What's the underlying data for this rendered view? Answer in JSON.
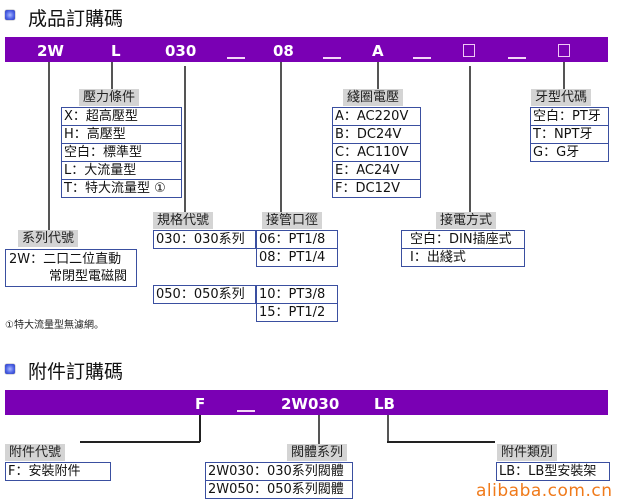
{
  "section1": {
    "title": "成品訂購碼",
    "code_segments": [
      "2W",
      "L",
      "030",
      "08",
      "A"
    ],
    "groups": {
      "series": {
        "header": "系列代號",
        "lines": [
          "2W：二口二位直動",
          "常閉型電磁閥"
        ]
      },
      "pressure": {
        "header": "壓力條件",
        "rows": [
          "X：超高壓型",
          "H：高壓型",
          "空白：標準型",
          "L：大流量型",
          "T：特大流量型 ①"
        ]
      },
      "spec": {
        "header": "規格代號",
        "rows": [
          "030：030系列",
          "050：050系列"
        ]
      },
      "port": {
        "header": "接管口徑",
        "rows_a": [
          "06：PT1/8",
          "08：PT1/4"
        ],
        "rows_b": [
          "10：PT3/8",
          "15：PT1/2"
        ]
      },
      "voltage": {
        "header": "綫圈電壓",
        "rows": [
          "A：AC220V",
          "B：DC24V",
          "C：AC110V",
          "E：AC24V",
          "F：DC12V"
        ]
      },
      "connection": {
        "header": "接電方式",
        "rows": [
          "空白：DIN插座式",
          "I：出綫式"
        ]
      },
      "thread": {
        "header": "牙型代碼",
        "rows": [
          "空白：PT牙",
          "T：NPT牙",
          "G：G牙"
        ]
      }
    },
    "footnote": "①特大流量型無濾網。"
  },
  "section2": {
    "title": "附件訂購碼",
    "code_segments": [
      "F",
      "2W030",
      "LB"
    ],
    "groups": {
      "accessory_code": {
        "header": "附件代號",
        "rows": [
          "F：安裝附件"
        ]
      },
      "valve_series": {
        "header": "閥體系列",
        "rows": [
          "2W030：030系列閥體",
          "2W050：050系列閥體"
        ]
      },
      "accessory_type": {
        "header": "附件類別",
        "rows": [
          "LB：LB型安裝架"
        ]
      }
    }
  },
  "watermark": "alibaba.com.cn",
  "colors": {
    "code_bar": "#7a00b4",
    "table_border": "#3a4fa0",
    "header_bg": "#d4d4d4",
    "watermark": "#f07a1a"
  }
}
